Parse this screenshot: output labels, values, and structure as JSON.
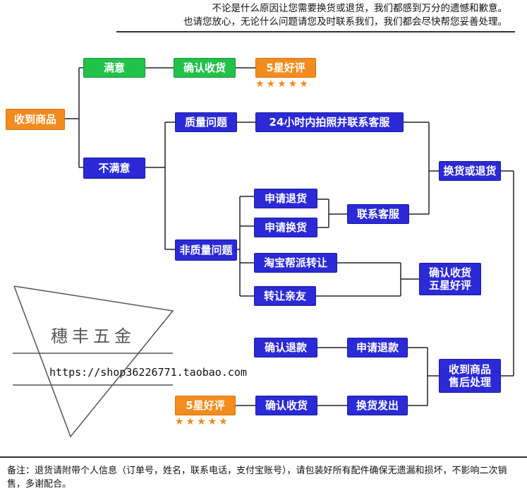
{
  "header": {
    "line1": "不论是什么原因让您需要换货或退货，我们都感到万分的遗憾和歉意。",
    "line2": "也请您放心，无论什么问题请您及时联系我们，我们都会尽快帮您妥善处理。"
  },
  "nodes": {
    "received": "收到商品",
    "satisfied": "满意",
    "confirm_receipt_top": "确认收货",
    "five_star_top": "5星好评",
    "unsatisfied": "不满意",
    "quality_issue": "质量问题",
    "photo_contact": "24小时内拍照并联系客服",
    "exchange_or_return": "换货或退货",
    "non_quality_issue": "非质量问题",
    "apply_return": "申请退货",
    "apply_exchange": "申请换货",
    "contact_service": "联系客服",
    "taobao_transfer": "淘宝帮派转让",
    "transfer_friend": "转让亲友",
    "confirm_five_star": "确认收货\n五星好评",
    "confirm_refund": "确认退款",
    "apply_refund": "申请退款",
    "after_sale": "收到商品\n售后处理",
    "five_star_bottom": "5星好评",
    "confirm_receipt_bottom": "确认收货",
    "exchange_shipped": "换货发出"
  },
  "stars": "★★★★★",
  "watermark": {
    "shop_name": "穗丰五金",
    "url": "https://shop36226771.taobao.com"
  },
  "footer": {
    "note": "备注：退货请附带个人信息（订单号，姓名，联系电话，支付宝账号），请包装好所有配件确保无遗漏和损坏，不影响二次销售，多谢配合。"
  },
  "colors": {
    "blue": "#2b2ad6",
    "green": "#21c24a",
    "orange": "#f28c1e",
    "star": "#f08a1a"
  }
}
